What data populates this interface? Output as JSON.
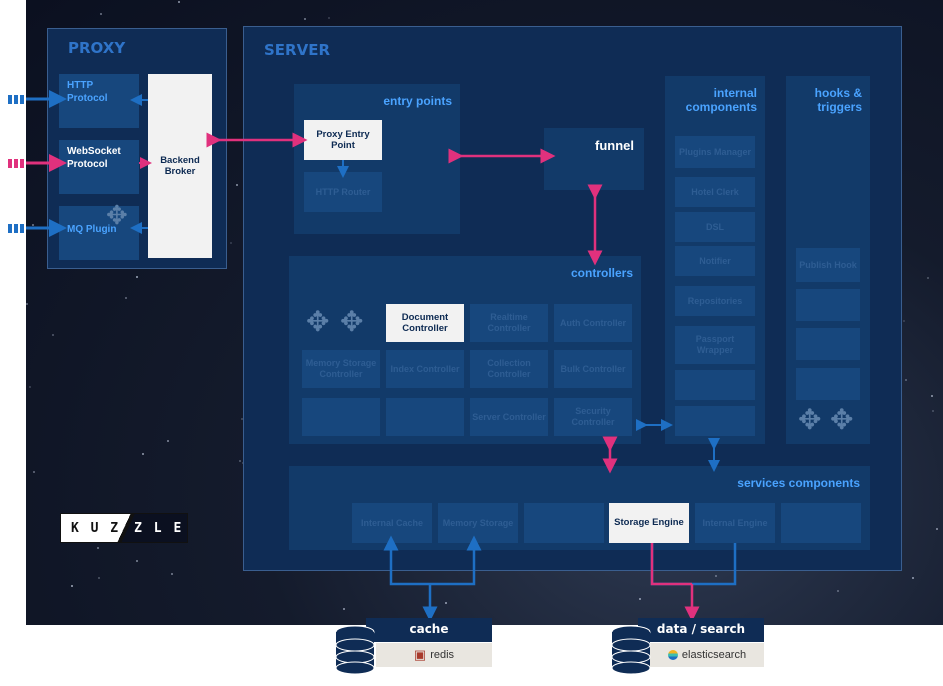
{
  "proxy": {
    "title": "PROXY",
    "protocols": [
      {
        "label": "HTTP Protocol",
        "highlight": false
      },
      {
        "label": "WebSocket Protocol",
        "highlight": true
      },
      {
        "label": "MQ Plugin",
        "highlight": false
      }
    ],
    "broker": "Backend Broker"
  },
  "server": {
    "title": "SERVER",
    "entry_points": {
      "title": "entry points",
      "proxy_entry": "Proxy Entry Point",
      "http_router": "HTTP Router"
    },
    "funnel": "funnel",
    "internal_components": {
      "title": "internal components",
      "items": [
        "Plugins Manager",
        "Hotel Clerk",
        "DSL",
        "Notifier",
        "Repositories",
        "Passport Wrapper",
        "",
        ""
      ]
    },
    "hooks": {
      "title": "hooks & triggers",
      "items": [
        "Publish Hook",
        "",
        "",
        ""
      ]
    },
    "controllers": {
      "title": "controllers",
      "items": [
        "Document Controller",
        "Realtime Controller",
        "Auth Controller",
        "Memory Storage Controller",
        "Index Controller",
        "Collection Controller",
        "Bulk Controller",
        "",
        "",
        "Server Controller",
        "Security Controller"
      ]
    },
    "services": {
      "title": "services components",
      "items": [
        "Internal Cache",
        "Memory Storage",
        "",
        "Storage Engine",
        "Internal Engine",
        ""
      ]
    }
  },
  "storage": {
    "cache_label": "cache",
    "cache_brand": "redis",
    "search_label": "data / search",
    "search_brand": "elasticsearch"
  },
  "logo": {
    "left": "K U Z",
    "right": "Z L E"
  },
  "colors": {
    "accent_pink": "#e0317d",
    "accent_blue": "#1e6fc4",
    "panel": "#0f2c55"
  }
}
